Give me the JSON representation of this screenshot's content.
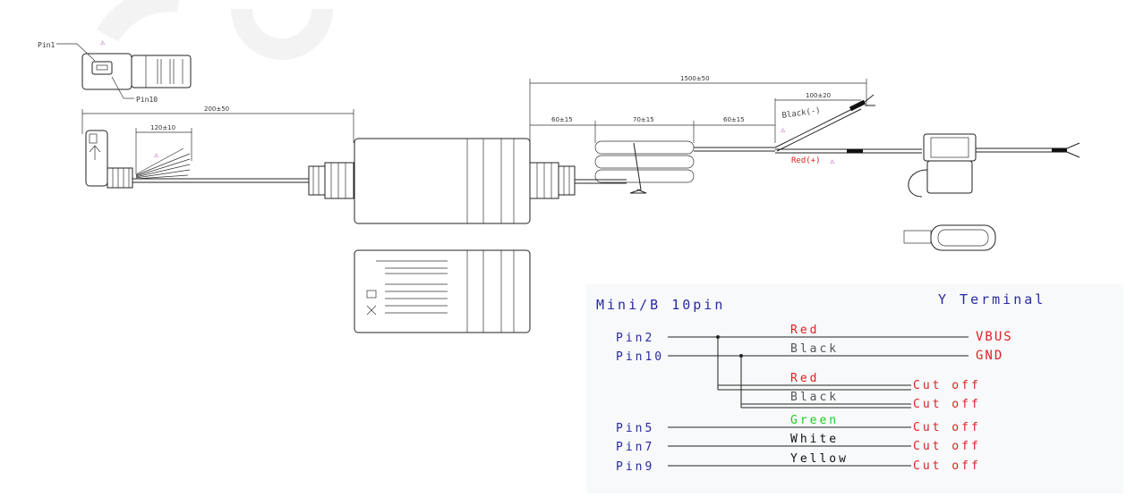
{
  "drawing": {
    "callouts": {
      "pin1": "Pin1",
      "pin10": "Pin10"
    },
    "dimensions": {
      "overall_left": "200±50",
      "strip_left": "120±10",
      "overall_right": "1500±50",
      "seg1": "60±15",
      "seg2": "70±15",
      "seg3": "60±15",
      "branch": "100±20"
    },
    "leads": {
      "black": "Black(-)",
      "red": "Red(+)"
    },
    "warning_symbol": "⚠"
  },
  "wiring": {
    "left_header": "Mini/B 10pin",
    "right_header": "Y Terminal",
    "rows": [
      {
        "pin": "Pin2",
        "wire": "Red",
        "wire_color": "#e02020",
        "dest": "VBUS",
        "dest_color": "#e02020"
      },
      {
        "pin": "Pin10",
        "wire": "Black",
        "wire_color": "#555555",
        "dest": "GND",
        "dest_color": "#e02020"
      },
      {
        "pin": "",
        "wire": "Red",
        "wire_color": "#e02020",
        "dest": "Cut off",
        "dest_color": "#e02020"
      },
      {
        "pin": "",
        "wire": "Black",
        "wire_color": "#555555",
        "dest": "Cut off",
        "dest_color": "#e02020"
      },
      {
        "pin": "Pin5",
        "wire": "Green",
        "wire_color": "#22cc22",
        "dest": "Cut off",
        "dest_color": "#e02020"
      },
      {
        "pin": "Pin7",
        "wire": "White",
        "wire_color": "#111111",
        "dest": "Cut off",
        "dest_color": "#e02020"
      },
      {
        "pin": "Pin9",
        "wire": "Yellow",
        "wire_color": "#111111",
        "dest": "Cut off",
        "dest_color": "#e02020"
      }
    ]
  }
}
